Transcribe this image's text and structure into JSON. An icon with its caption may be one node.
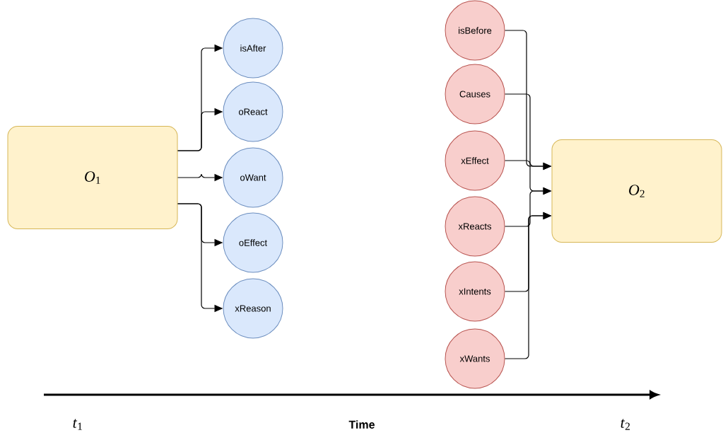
{
  "diagram": {
    "nodes": [
      {
        "text": [
          "*O*$_{1}$"
        ]
      },
      {
        "text": [
          "isAfter"
        ]
      },
      {
        "text": [
          "oReact"
        ]
      },
      {
        "text": [
          "oWant"
        ]
      },
      {
        "text": [
          "oEffect"
        ]
      },
      {
        "text": [
          "xReason"
        ]
      },
      {
        "text": [
          "isBefore"
        ]
      },
      {
        "text": [
          "Causes"
        ]
      },
      {
        "text": [
          "xEffect"
        ]
      },
      {
        "text": [
          "xReacts"
        ]
      },
      {
        "text": [
          "xIntents"
        ]
      },
      {
        "text": [
          "xWants"
        ]
      },
      {
        "text": [
          "*O*$_{2}$"
        ]
      }
    ],
    "edges": [
      {
        "from": 0,
        "to": 1,
        "arrow": "to"
      },
      {
        "from": 0,
        "to": 2,
        "arrow": "to"
      },
      {
        "from": 0,
        "to": 3,
        "arrow": "to"
      },
      {
        "from": 0,
        "to": 4,
        "arrow": "to"
      },
      {
        "from": 0,
        "to": 5,
        "arrow": "to"
      },
      {
        "from": 6,
        "to": 12,
        "arrow": "to"
      },
      {
        "from": 7,
        "to": 12,
        "arrow": "to"
      },
      {
        "from": 8,
        "to": 12,
        "arrow": "to"
      },
      {
        "from": 9,
        "to": 12,
        "arrow": "to"
      },
      {
        "from": 10,
        "to": 12,
        "arrow": "to"
      },
      {
        "from": 11,
        "to": 12,
        "arrow": "to"
      }
    ],
    "labels": [
      "*t*$_{1}$",
      "Time",
      "*t*$_{2}$"
    ]
  }
}
